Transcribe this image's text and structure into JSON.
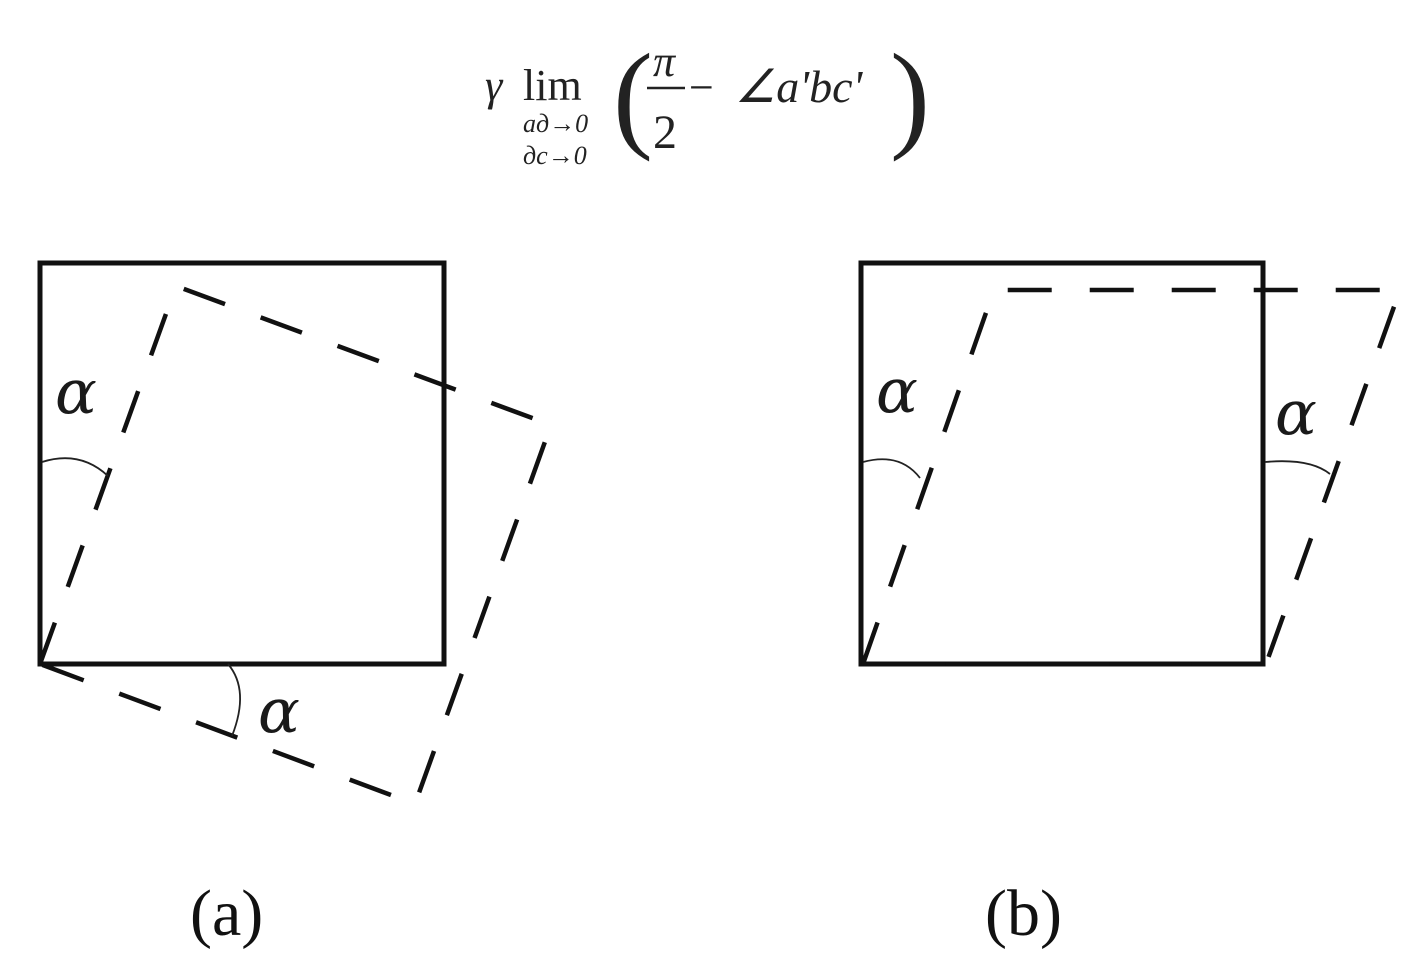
{
  "formula": {
    "prefix": "γ",
    "operator": "lim",
    "limits": [
      "aд→0",
      "дc→0"
    ],
    "numerator": "π",
    "denominator": "2",
    "minus": "−",
    "angle_expr": "∠a'bc'",
    "full_text": "γ lim_{aд→0, дc→0} (π/2 − ∠a'bc')"
  },
  "panels": [
    {
      "id": "a",
      "caption": "(a)",
      "description": "Solid square with dashed square rotated by angle α about the bottom-left corner",
      "angle_labels": [
        "α",
        "α"
      ]
    },
    {
      "id": "b",
      "caption": "(b)",
      "description": "Solid square with dashed parallelogram sheared by angle α",
      "angle_labels": [
        "α",
        "α"
      ]
    }
  ],
  "colors": {
    "line": "#111111",
    "background": "#ffffff"
  }
}
